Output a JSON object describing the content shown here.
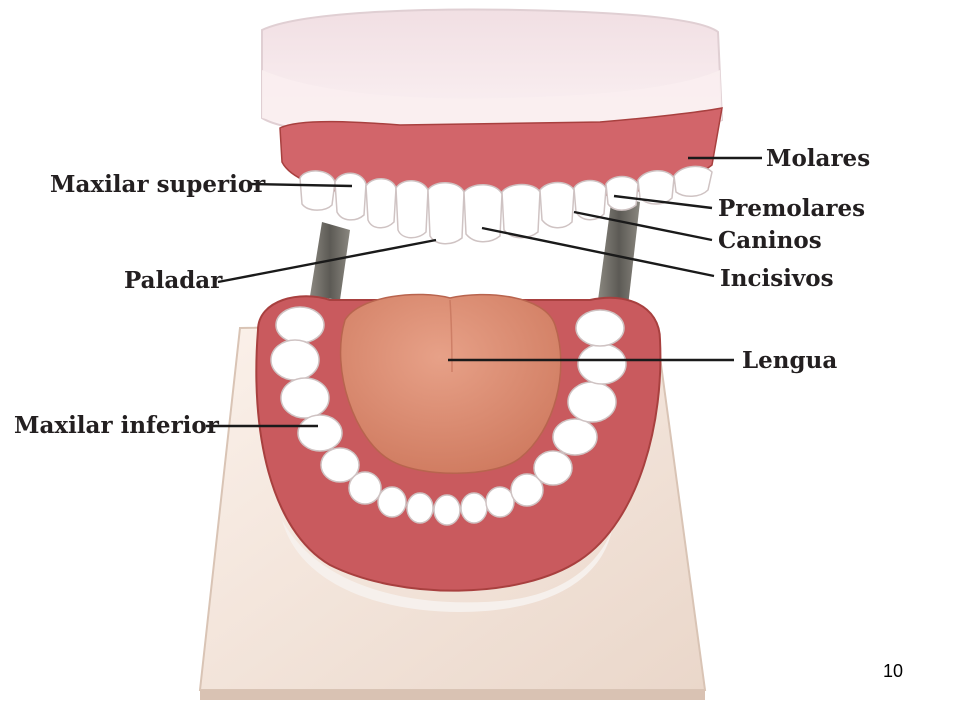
{
  "labels": {
    "maxilar_superior": "Maxilar superior",
    "paladar": "Paladar",
    "maxilar_inferior": "Maxilar inferior",
    "molares": "Molares",
    "premolares": "Premolares",
    "caninos": "Caninos",
    "incisivos": "Incisivos",
    "lengua": "Lengua"
  },
  "page_number": "10",
  "colors": {
    "gum": "#c95a5e",
    "gum_dark": "#a8403f",
    "tooth": "#ffffff",
    "tongue": "#dc8a72",
    "base": "#f4e6dc",
    "metal": "#6f6c66"
  }
}
